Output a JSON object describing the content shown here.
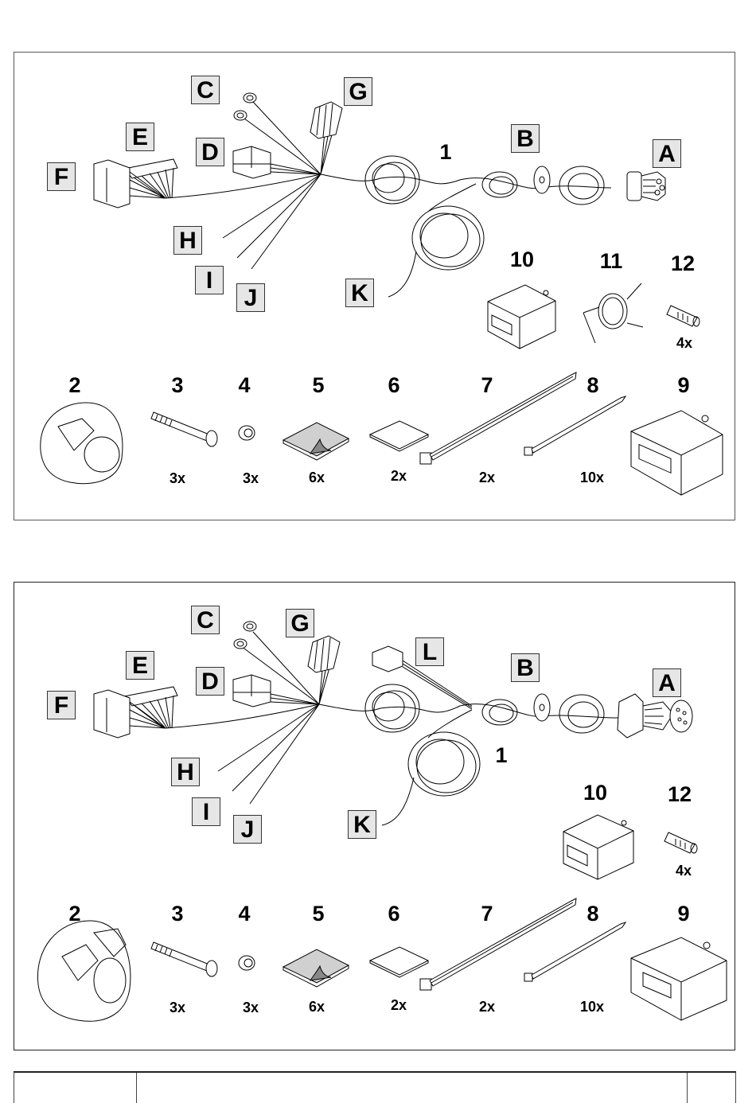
{
  "document": {
    "type": "parts-list diagram",
    "panels": [
      {
        "id": "kit-variant-1",
        "connector_labels": [
          "A",
          "B",
          "C",
          "D",
          "E",
          "F",
          "G",
          "H",
          "I",
          "J",
          "K"
        ],
        "labels": {
          "A": "A",
          "B": "B",
          "C": "C",
          "D": "D",
          "E": "E",
          "F": "F",
          "G": "G",
          "H": "H",
          "I": "I",
          "J": "J",
          "K": "K"
        },
        "parts": [
          {
            "number": "1",
            "name": "wiring-harness",
            "quantity": ""
          },
          {
            "number": "2",
            "name": "socket-cover",
            "quantity": ""
          },
          {
            "number": "3",
            "name": "screw",
            "quantity": "3x"
          },
          {
            "number": "4",
            "name": "nut",
            "quantity": "3x"
          },
          {
            "number": "5",
            "name": "adhesive-pad",
            "quantity": "6x"
          },
          {
            "number": "6",
            "name": "pad",
            "quantity": "2x"
          },
          {
            "number": "7",
            "name": "cable-tie-large",
            "quantity": "2x"
          },
          {
            "number": "8",
            "name": "cable-tie-small",
            "quantity": "10x"
          },
          {
            "number": "9",
            "name": "control-module",
            "quantity": ""
          },
          {
            "number": "10",
            "name": "module",
            "quantity": ""
          },
          {
            "number": "11",
            "name": "mounting-bracket",
            "quantity": ""
          },
          {
            "number": "12",
            "name": "fuse",
            "quantity": "4x"
          }
        ]
      },
      {
        "id": "kit-variant-2",
        "connector_labels": [
          "A",
          "B",
          "C",
          "D",
          "E",
          "F",
          "G",
          "H",
          "I",
          "J",
          "K",
          "L"
        ],
        "labels": {
          "A": "A",
          "B": "B",
          "C": "C",
          "D": "D",
          "E": "E",
          "F": "F",
          "G": "G",
          "H": "H",
          "I": "I",
          "J": "J",
          "K": "K",
          "L": "L"
        },
        "parts": [
          {
            "number": "1",
            "name": "wiring-harness",
            "quantity": ""
          },
          {
            "number": "2",
            "name": "socket-cover",
            "quantity": ""
          },
          {
            "number": "3",
            "name": "screw",
            "quantity": "3x"
          },
          {
            "number": "4",
            "name": "nut",
            "quantity": "3x"
          },
          {
            "number": "5",
            "name": "adhesive-pad",
            "quantity": "6x"
          },
          {
            "number": "6",
            "name": "pad",
            "quantity": "2x"
          },
          {
            "number": "7",
            "name": "cable-tie-large",
            "quantity": "2x"
          },
          {
            "number": "8",
            "name": "cable-tie-small",
            "quantity": "10x"
          },
          {
            "number": "9",
            "name": "control-module",
            "quantity": ""
          },
          {
            "number": "10",
            "name": "module",
            "quantity": ""
          },
          {
            "number": "12",
            "name": "fuse",
            "quantity": "4x"
          }
        ]
      }
    ],
    "footer": {
      "cells": [
        "",
        "",
        ""
      ]
    },
    "colors": {
      "label_box_fill": "#e6e6e6",
      "line": "#000000",
      "pad_fill": "#c8c8c8"
    }
  }
}
